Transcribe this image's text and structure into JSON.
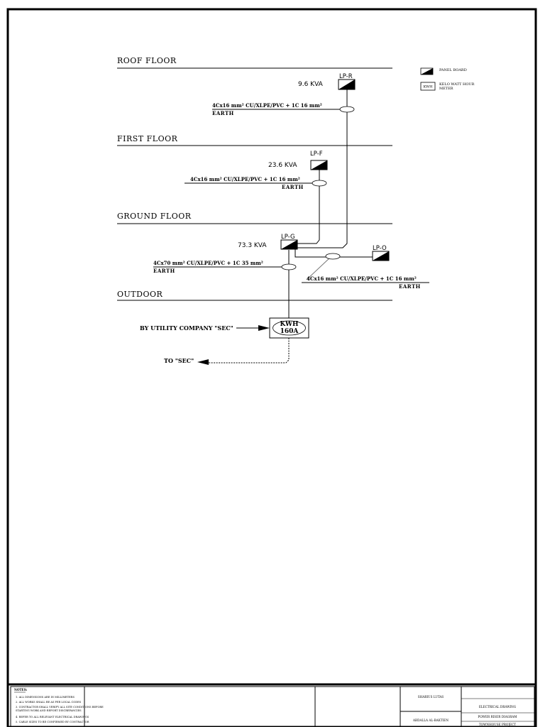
{
  "floors": [
    {
      "id": "roof",
      "label": "ROOF FLOOR"
    },
    {
      "id": "first",
      "label": "FIRST FLOOR"
    },
    {
      "id": "ground",
      "label": "GROUND FLOOR"
    },
    {
      "id": "outdoor",
      "label": "OUTDOOR"
    }
  ],
  "panels": {
    "lpr": {
      "name": "LP-R",
      "kva": "9.6 KVA",
      "cable": "4Cx16 mm² CU/XLPE/PVC + 1C 16 mm²",
      "earth": "EARTH"
    },
    "lpf": {
      "name": "LP-F",
      "kva": "23.6 KVA",
      "cable": "4Cx16 mm² CU/XLPE/PVC + 1C 16 mm²",
      "earth": "EARTH"
    },
    "lpg": {
      "name": "LP-G",
      "kva": "73.3 KVA",
      "cable": "4Cx70 mm² CU/XLPE/PVC + 1C 35 mm²",
      "earth": "EARTH"
    },
    "lpo": {
      "name": "LP-O",
      "cable": "4Cx16 mm² CU/XLPE/PVC + 1C 16 mm²",
      "earth": "EARTH"
    }
  },
  "meter": {
    "line1": "KWH",
    "line2": "160A"
  },
  "supply": {
    "incoming": "BY UTILITY COMPANY \"SEC\"",
    "outgoing": "TO \"SEC\""
  },
  "legend": {
    "panel_board": "PANEL BOARD",
    "kwh_symbol": "KWH",
    "kwh_meter_line1": "KELO WATT HOUR",
    "kwh_meter_line2": "METER"
  },
  "title_block": {
    "notes_heading": "NOTES:",
    "notes": [
      "1. ALL DIMENSIONS ARE IN MILLIMETERS",
      "2. ALL WORKS SHALL BE AS PER LOCAL CODES",
      "3. CONTRACTOR SHALL VERIFY ALL SITE CONDITIONS BEFORE",
      "   STARTING WORK AND REPORT DISCREPANCIES",
      "4. REFER TO ALL RELEVANT ELECTRICAL DRAWINGS",
      "5. CABLE SIZES TO BE CONFIRMED BY CONTRACTOR"
    ],
    "owner_value": "SHARIUS LUTAS",
    "designer_value": "ABDALLA AL-BAKTIEN",
    "drawing_value": "ELECTRICAL DRAWING",
    "sheet_value": "POWER RISER DIAGRAM",
    "extra_value": "TOWNHOUSE PROJECT"
  }
}
